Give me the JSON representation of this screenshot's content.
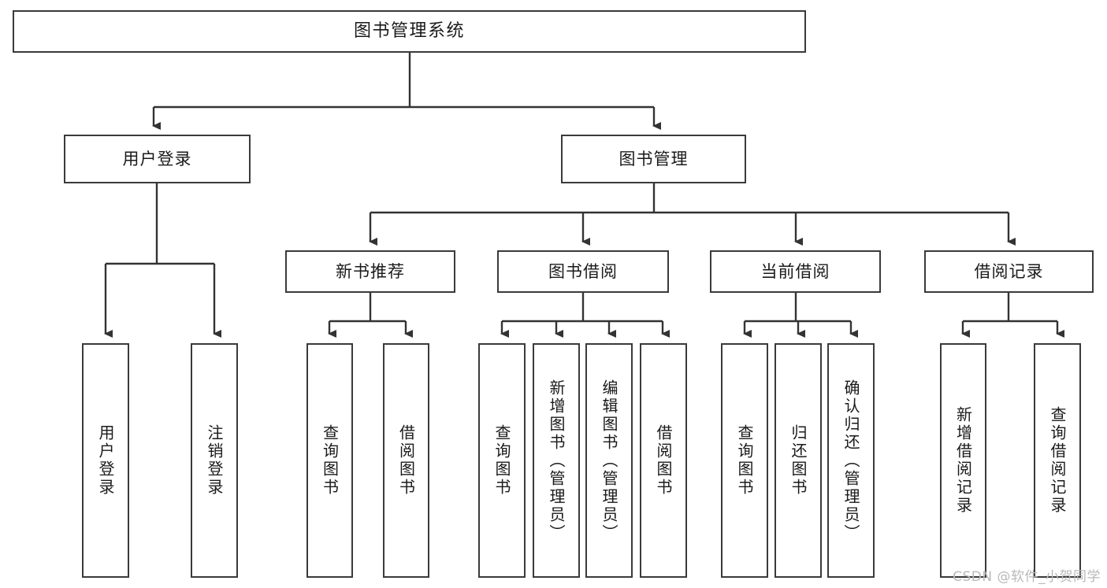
{
  "diagram": {
    "title": "图书管理系统",
    "type": "tree",
    "watermark": "CSDN @软件_小贺同学",
    "colors": {
      "box_border": "#3a3a3a",
      "box_fill": "#ffffff",
      "line": "#333333",
      "text": "#1a1a1a",
      "watermark": "#b9b9b9"
    },
    "nodes": {
      "root": {
        "label": "图书管理系统"
      },
      "level2": [
        {
          "label": "用户登录"
        },
        {
          "label": "图书管理"
        }
      ],
      "level3": [
        {
          "label": "新书推荐"
        },
        {
          "label": "图书借阅"
        },
        {
          "label": "当前借阅"
        },
        {
          "label": "借阅记录"
        }
      ],
      "leaves": {
        "user_login": [
          {
            "label": "用户登录"
          },
          {
            "label": "注销登录"
          }
        ],
        "new_book_recommend": [
          {
            "label": "查询图书"
          },
          {
            "label": "借阅图书"
          }
        ],
        "book_borrow": [
          {
            "label": "查询图书"
          },
          {
            "label": "新增图书（管理员）"
          },
          {
            "label": "编辑图书（管理员）"
          },
          {
            "label": "借阅图书"
          }
        ],
        "current_borrow": [
          {
            "label": "查询图书"
          },
          {
            "label": "归还图书"
          },
          {
            "label": "确认归还（管理员）"
          }
        ],
        "borrow_record": [
          {
            "label": "新增借阅记录"
          },
          {
            "label": "查询借阅记录"
          }
        ]
      }
    }
  }
}
